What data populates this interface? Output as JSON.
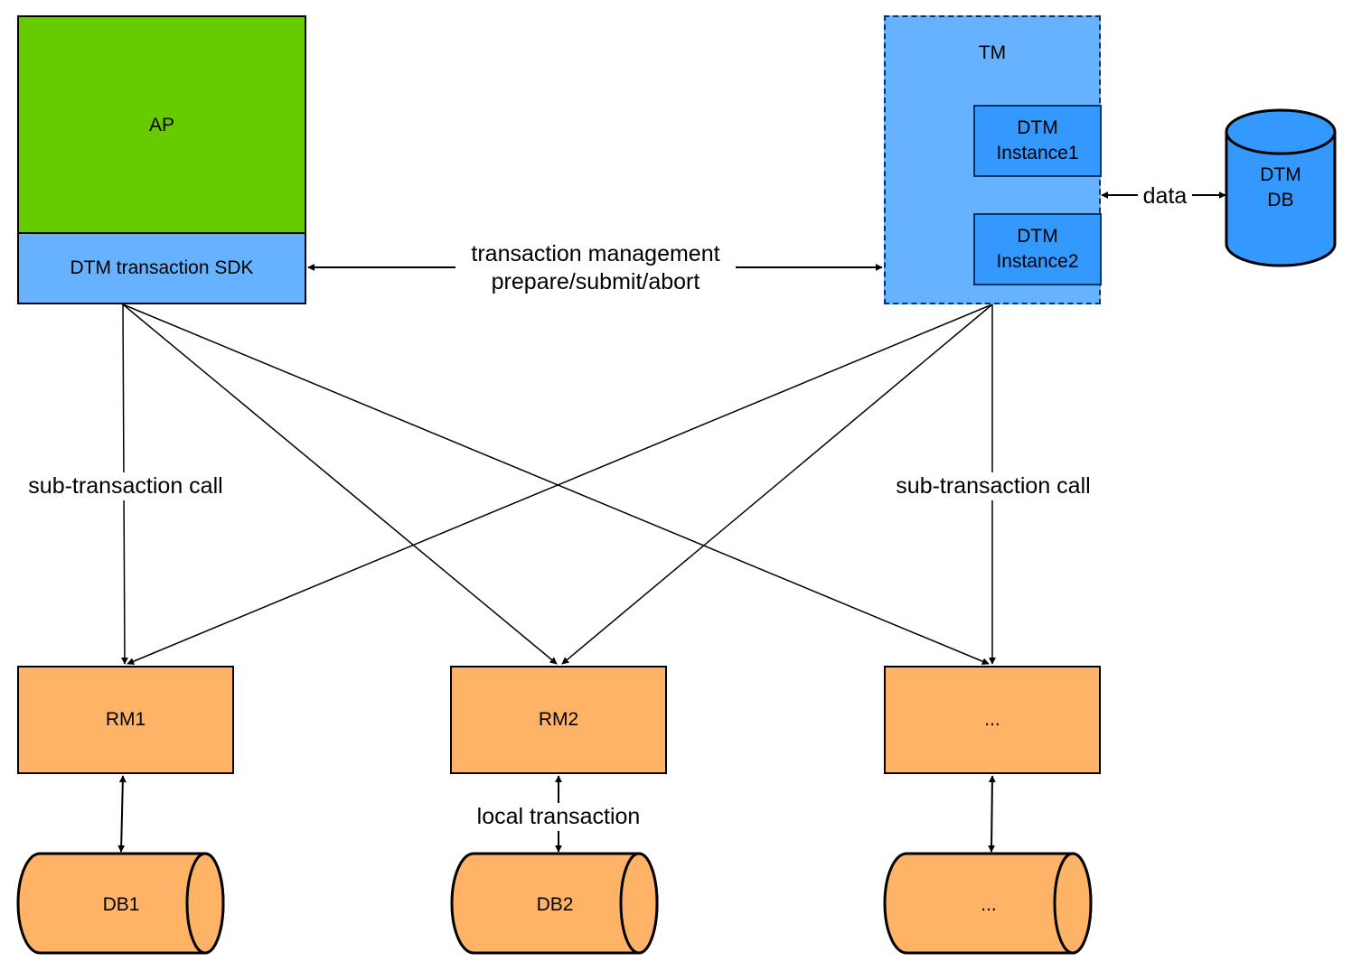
{
  "nodes": {
    "ap": "AP",
    "sdk": "DTM transaction SDK",
    "tm": "TM",
    "instance1": [
      "DTM",
      "Instance1"
    ],
    "instance2": [
      "DTM",
      "Instance2"
    ],
    "dtm_db": [
      "DTM",
      "DB"
    ],
    "rm1": "RM1",
    "rm2": "RM2",
    "rm3": "...",
    "db1": "DB1",
    "db2": "DB2",
    "db3": "..."
  },
  "edges": {
    "transaction_mgmt": [
      "transaction management",
      "prepare/submit/abort"
    ],
    "data": "data",
    "sub_call_left": "sub-transaction call",
    "sub_call_right": "sub-transaction call",
    "local_tx": "local transaction"
  },
  "colors": {
    "ap": "#66cc00",
    "sdk": "#66b2ff",
    "tm": "#66b2ff",
    "instance": "#3399ff",
    "dtm_db": "#3399ff",
    "rm_db": "#ffb366"
  }
}
